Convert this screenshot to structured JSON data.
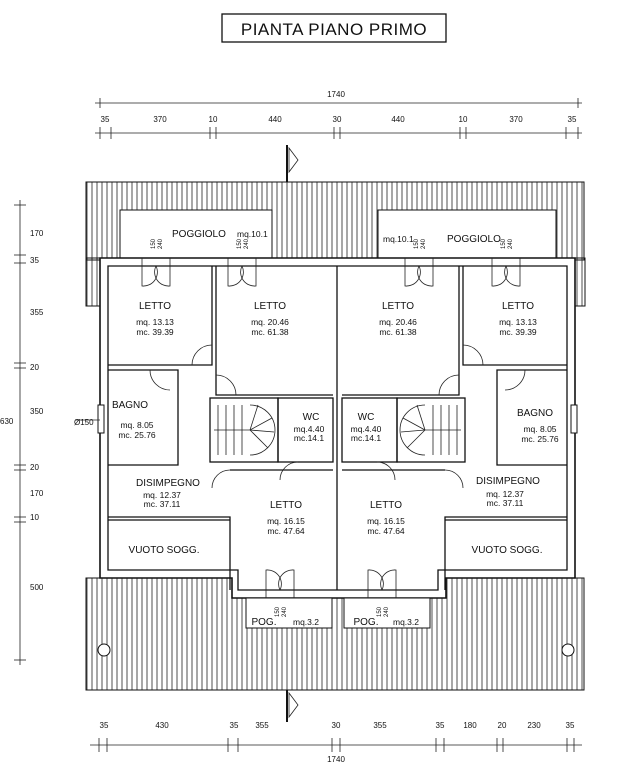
{
  "title": "PIANTA PIANO PRIMO",
  "dimensions": {
    "top_total": "1740",
    "top": [
      "35",
      "370",
      "10",
      "440",
      "30",
      "440",
      "10",
      "370",
      "35"
    ],
    "bottom_total": "1740",
    "bottom": [
      "35",
      "430",
      "35",
      "355",
      "30",
      "355",
      "35",
      "180",
      "20",
      "230",
      "35"
    ],
    "left_total": "630",
    "left": [
      "170",
      "35",
      "355",
      "20",
      "350",
      "20",
      "170",
      "10",
      "500"
    ]
  },
  "rooms": {
    "poggiolo_left": {
      "name": "POGGIOLO",
      "mq": "mq.10.1"
    },
    "poggiolo_right": {
      "name": "POGGIOLO",
      "mq": "mq.10.1"
    },
    "letto_small_left": {
      "name": "LETTO",
      "mq": "mq.  13.13",
      "mc": "mc.  39.39"
    },
    "letto_big_left": {
      "name": "LETTO",
      "mq": "mq.  20.46",
      "mc": "mc.  61.38"
    },
    "letto_big_right": {
      "name": "LETTO",
      "mq": "mq.  20.46",
      "mc": "mc.  61.38"
    },
    "letto_small_right": {
      "name": "LETTO",
      "mq": "mq.  13.13",
      "mc": "mc.  39.39"
    },
    "bagno_left": {
      "name": "BAGNO",
      "mq": "mq.  8.05",
      "mc": "mc.  25.76"
    },
    "bagno_right": {
      "name": "BAGNO",
      "mq": "mq.  8.05",
      "mc": "mc.  25.76"
    },
    "wc_left": {
      "name": "WC",
      "mq": "mq.4.40",
      "mc": "mc.14.1"
    },
    "wc_right": {
      "name": "WC",
      "mq": "mq.4.40",
      "mc": "mc.14.1"
    },
    "disimpegno_left": {
      "name": "DISIMPEGNO",
      "mq": "mq.  12.37",
      "mc": "mc.  37.11"
    },
    "disimpegno_right": {
      "name": "DISIMPEGNO",
      "mq": "mq.  12.37",
      "mc": "mc.  37.11"
    },
    "vuoto_left": {
      "name": "VUOTO  SOGG."
    },
    "vuoto_right": {
      "name": "VUOTO  SOGG."
    },
    "letto_bottom_left": {
      "name": "LETTO",
      "mq": "mq.  16.15",
      "mc": "mc.  47.64"
    },
    "letto_bottom_right": {
      "name": "LETTO",
      "mq": "mq.  16.15",
      "mc": "mc.  47.64"
    },
    "pog_left": {
      "name": "POG.",
      "mq": "mq.3.2"
    },
    "pog_right": {
      "name": "POG.",
      "mq": "mq.3.2"
    }
  },
  "door_labels": {
    "w": "150",
    "h": "240"
  },
  "window_label": "Ø150"
}
